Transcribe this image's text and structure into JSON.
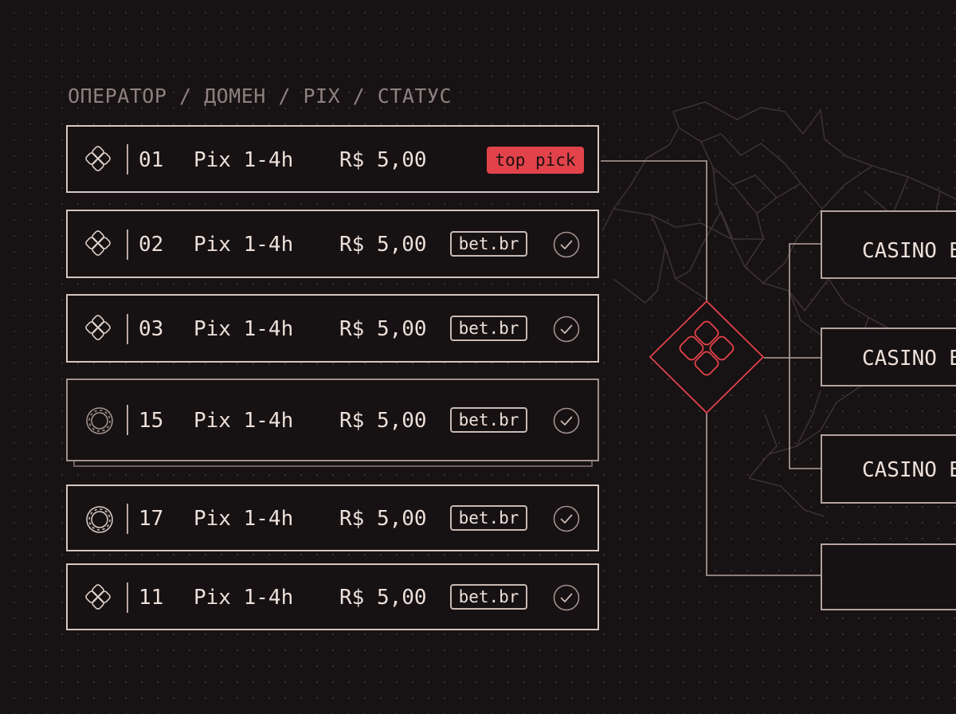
{
  "header": {
    "title": "ОПЕРАТОР / ДОМЕН / PIX / СТАТУС"
  },
  "rows": [
    {
      "icon": "diamond-clover-icon",
      "number": "01",
      "payment": "Pix 1-4h",
      "price": "R$ 5,00",
      "badge": "top pick",
      "badge_type": "highlight",
      "verified": false
    },
    {
      "icon": "diamond-clover-icon",
      "number": "02",
      "payment": "Pix 1-4h",
      "price": "R$ 5,00",
      "badge": "bet.br",
      "badge_type": "domain",
      "verified": true
    },
    {
      "icon": "diamond-clover-icon",
      "number": "03",
      "payment": "Pix 1-4h",
      "price": "R$ 5,00",
      "badge": "bet.br",
      "badge_type": "domain",
      "verified": true
    },
    {
      "icon": "casino-chip-icon",
      "number": "15",
      "payment": "Pix 1-4h",
      "price": "R$ 5,00",
      "badge": "bet.br",
      "badge_type": "domain",
      "verified": true
    },
    {
      "icon": "casino-chip-icon",
      "number": "17",
      "payment": "Pix 1-4h",
      "price": "R$ 5,00",
      "badge": "bet.br",
      "badge_type": "domain",
      "verified": true
    },
    {
      "icon": "diamond-clover-icon",
      "number": "11",
      "payment": "Pix 1-4h",
      "price": "R$ 5,00",
      "badge": "bet.br",
      "badge_type": "domain",
      "verified": true
    }
  ],
  "casinos": [
    {
      "label": "CASINO B"
    },
    {
      "label": "CASINO B"
    },
    {
      "label": "CASINO B"
    },
    {
      "label": ""
    }
  ],
  "colors": {
    "background": "#171213",
    "accent_red": "#e2434a",
    "border_light": "#d5c6c0",
    "text": "#ece0da",
    "muted_text": "#8d8180"
  }
}
